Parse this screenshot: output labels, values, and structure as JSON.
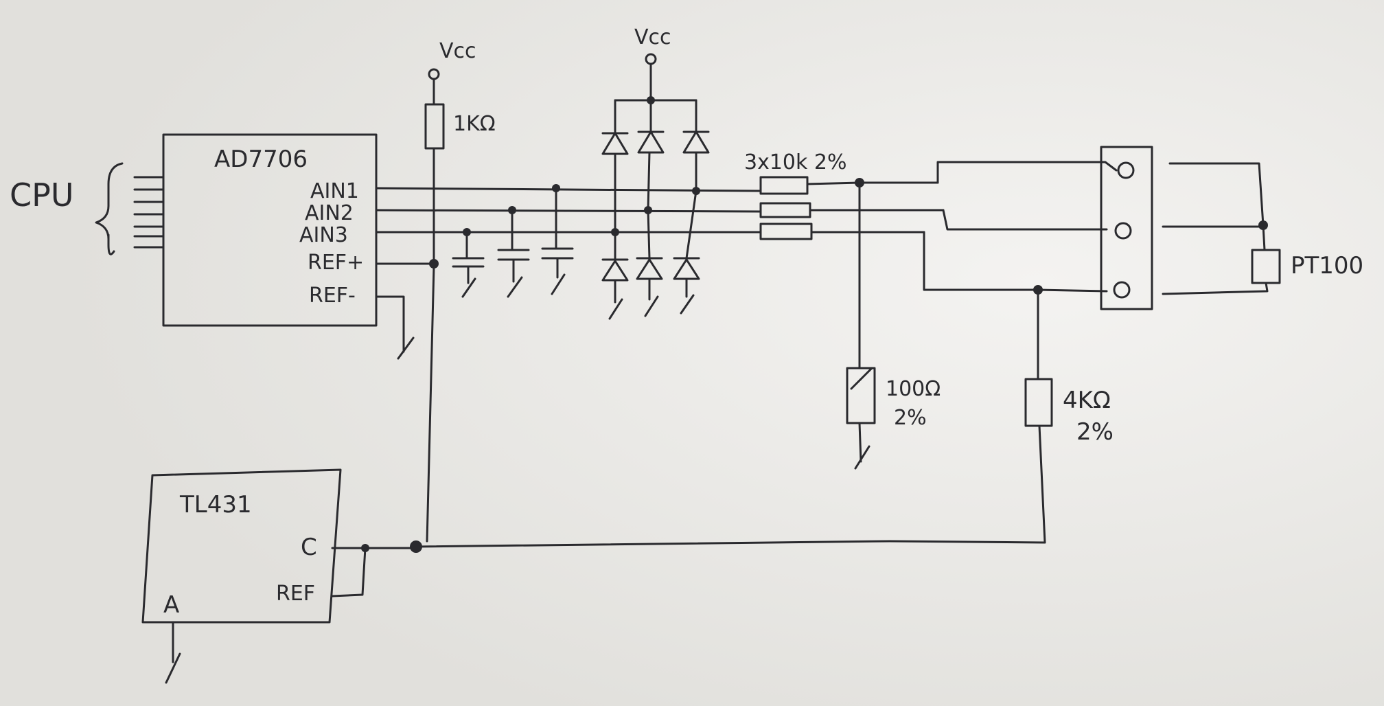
{
  "labels": {
    "cpu": "CPU",
    "adc": "AD7706",
    "ain1": "AIN1",
    "ain2": "AIN2",
    "ain3": "AIN3",
    "ref_plus": "REF+",
    "ref_minus": "REF-",
    "vcc_left": "Vcc",
    "vcc_right": "Vcc",
    "r_1k": "1KΩ",
    "r_series": "3x10k 2%",
    "r_100_value": "100Ω",
    "r_100_tol": "2%",
    "r_4k_value": "4KΩ",
    "r_4k_tol": "2%",
    "pt100": "PT100",
    "tl431": "TL431",
    "tl_c": "C",
    "tl_ref": "REF",
    "tl_a": "A"
  },
  "colors": {
    "paper": "#ecebe7",
    "ink": "#2a2a2e"
  }
}
